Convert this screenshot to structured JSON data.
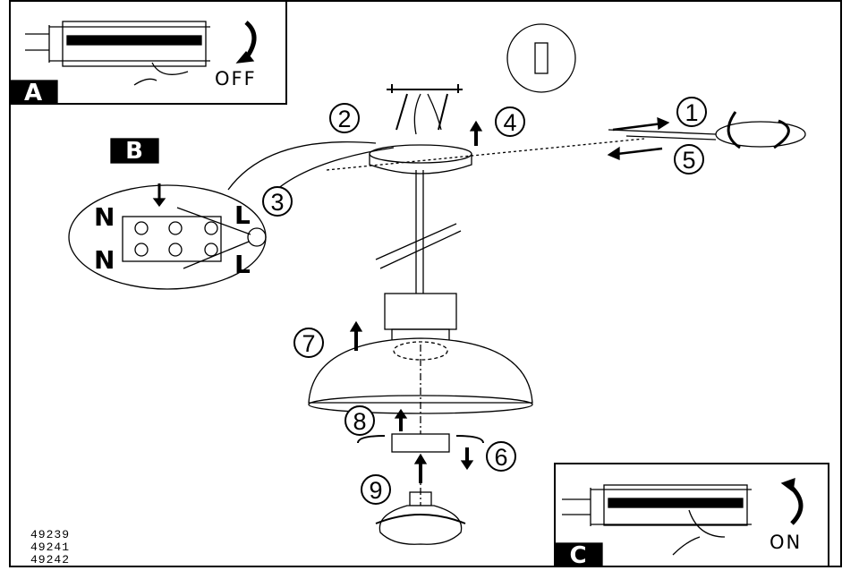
{
  "panels": {
    "A": {
      "label": "A",
      "action": "OFF"
    },
    "B": {
      "label": "B",
      "terminals": [
        "N",
        "N",
        "L",
        "L"
      ]
    },
    "C": {
      "label": "C",
      "action": "ON"
    }
  },
  "steps": [
    "1",
    "2",
    "3",
    "4",
    "5",
    "6",
    "7",
    "8",
    "9"
  ],
  "models": [
    "49239",
    "49241",
    "49242"
  ]
}
